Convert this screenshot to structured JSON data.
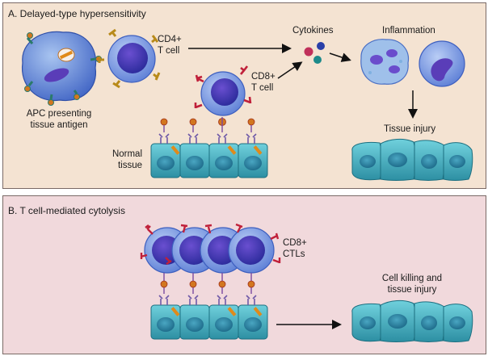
{
  "panel_a": {
    "title": "A. Delayed-type hypersensitivity",
    "apc_label_line1": "APC presenting",
    "apc_label_line2": "tissue antigen",
    "cd4_line1": "CD4+",
    "cd4_line2": "T cell",
    "cd8_line1": "CD8+",
    "cd8_line2": "T cell",
    "cytokines": "Cytokines",
    "inflammation": "Inflammation",
    "tissue_injury": "Tissue injury",
    "normal_line1": "Normal",
    "normal_line2": "tissue"
  },
  "panel_b": {
    "title": "B. T cell-mediated cytolysis",
    "ctl_line1": "CD8+",
    "ctl_line2": "CTLs",
    "killing_line1": "Cell killing and",
    "killing_line2": "tissue injury"
  },
  "colors": {
    "panel_a_bg": "#f4e3d2",
    "panel_b_bg": "#f1d9dc",
    "tcell": "#3a4bbf",
    "tissue": "#4fb6c6"
  }
}
